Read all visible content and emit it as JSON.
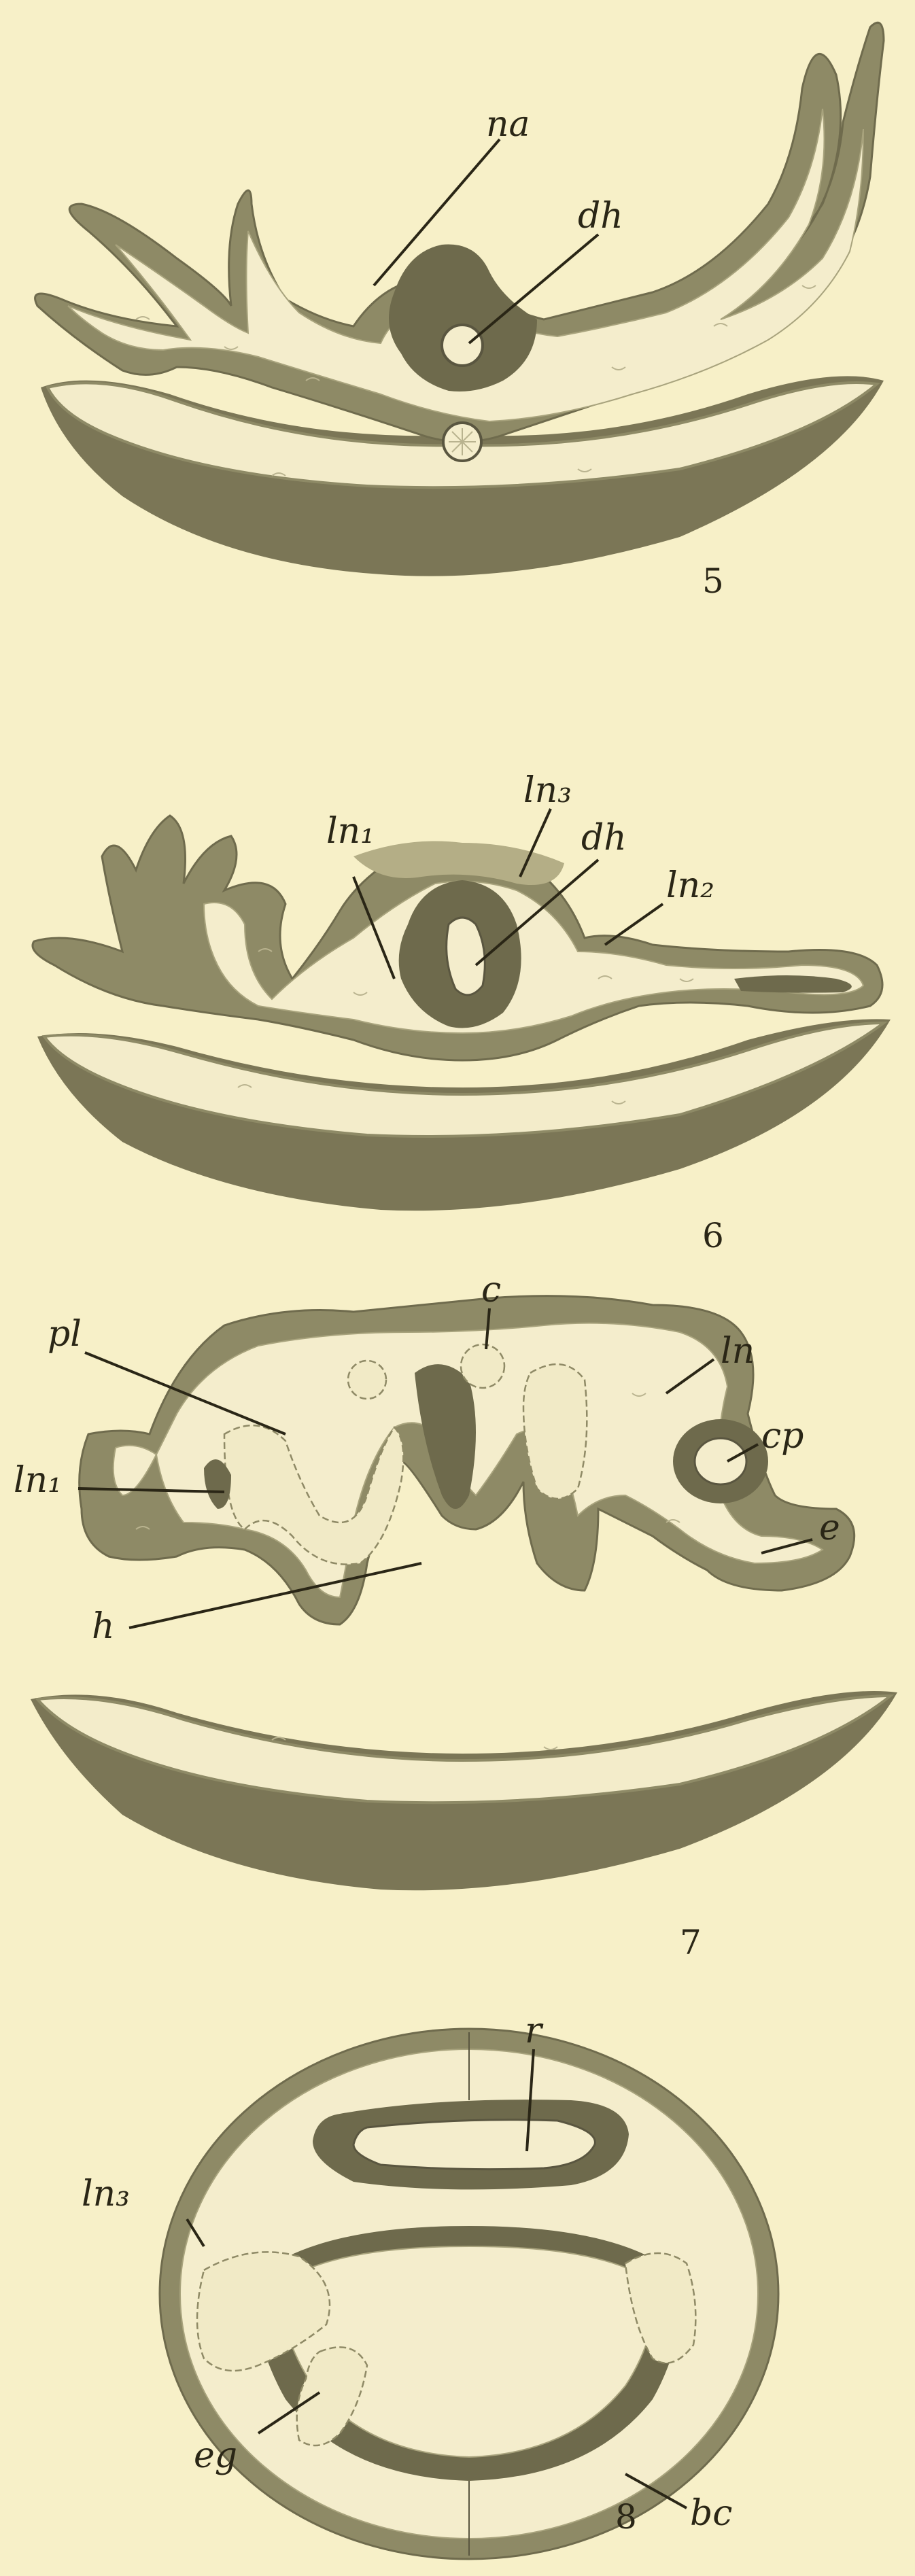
{
  "figures": [
    {
      "number": "5",
      "labels": {
        "na": "na",
        "dh": "dh"
      }
    },
    {
      "number": "6",
      "labels": {
        "ln1": "ln₁",
        "ln3": "ln₃",
        "dh": "dh",
        "ln2": "ln₂"
      }
    },
    {
      "number": "7",
      "labels": {
        "pl": "pl",
        "c": "c",
        "ln": "ln",
        "cp": "cp",
        "ln1": "ln₁",
        "e": "e",
        "h": "h"
      }
    },
    {
      "number": "8",
      "labels": {
        "r": "r",
        "ln3": "ln₃",
        "eg": "eg",
        "bc": "bc"
      }
    }
  ],
  "colors": {
    "paper": "#f7f0c8",
    "tissue_dark": "#8e8a66",
    "tissue_light": "#f4edcc",
    "ink": "#2a2616"
  }
}
